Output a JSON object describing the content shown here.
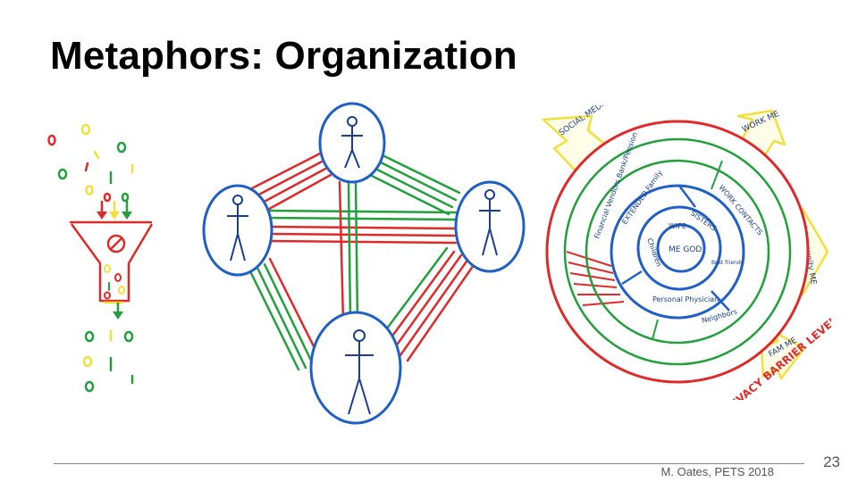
{
  "slide": {
    "title": "Metaphors: Organization",
    "page_number": "23",
    "footer": "M. Oates, PETS 2018"
  },
  "drawing_labels": {
    "social_media": "SOCIAL MEDIA ME",
    "work_me": "WORK ME",
    "community_me": "Community ME",
    "fam_me": "FAM ME",
    "financial": "Financial Vendors Bank/Pension",
    "extended_family": "EXTENDED Family",
    "work_contacts": "WORK CONTACTS",
    "sisters": "SISTERS",
    "wife": "WIFE",
    "me_god": "ME GOD",
    "children": "Children",
    "best_friends": "Best friends",
    "personal_physician": "Personal Physician",
    "neighbors": "Neighbors",
    "privacy_barrier": "PRIVACY BARRIER LEVEL I"
  },
  "colors": {
    "red": "#e02a2a",
    "green": "#22a03c",
    "blue": "#1f5fc8",
    "yellow": "#f2e03a",
    "person": "#1a3f8f"
  }
}
